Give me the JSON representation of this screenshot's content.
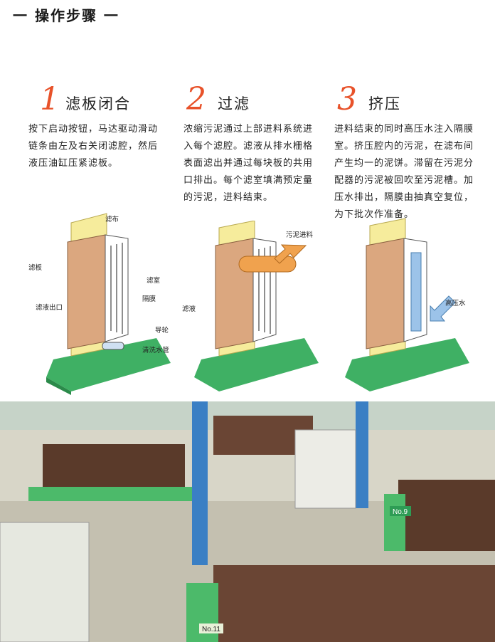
{
  "header": {
    "title": "一 操作步骤 一"
  },
  "steps": [
    {
      "number": "1",
      "title": "滤板闭合",
      "lines": [
        "按下启动按钮，马达驱动滑动",
        "链条由左及右关闭滤腔，然后",
        "液压油缸压紧滤板。"
      ],
      "labels": {
        "cloth": "滤布",
        "plate": "滤板",
        "chamber": "滤室",
        "membrane": "隔膜",
        "outlet": "滤液出口",
        "roller": "导轮",
        "wash_pipe": "清洗水管"
      }
    },
    {
      "number": "2",
      "title": "过滤",
      "lines": [
        "浓缩污泥通过上部进料系统进",
        "入每个滤腔。滤液从排水栅格",
        "表面滤出并通过每块板的共用",
        "口排出。每个滤室填满预定量",
        "的污泥，进料结束。"
      ],
      "labels": {
        "feed": "污泥进料",
        "filtrate": "滤液"
      }
    },
    {
      "number": "3",
      "title": "挤压",
      "lines": [
        "进料结束的同时高压水注入隔膜",
        "室。挤压腔内的污泥，在滤布间",
        "产生均一的泥饼。滞留在污泥分",
        "配器的污泥被回吹至污泥槽。加",
        "压水排出，隔膜由抽真空复位，",
        "为下批次作准备。"
      ],
      "labels": {
        "hp_water": "高压水"
      }
    }
  ],
  "photo": {
    "machine_labels": [
      "No.9",
      "No.11"
    ]
  },
  "colors": {
    "accent": "#e8522a",
    "cloth": "#f6ec9c",
    "plate": "#dba77f",
    "base": "#3fb064",
    "membrane_water": "#9cc3e9",
    "feed_pipe": "#f0a24e"
  }
}
